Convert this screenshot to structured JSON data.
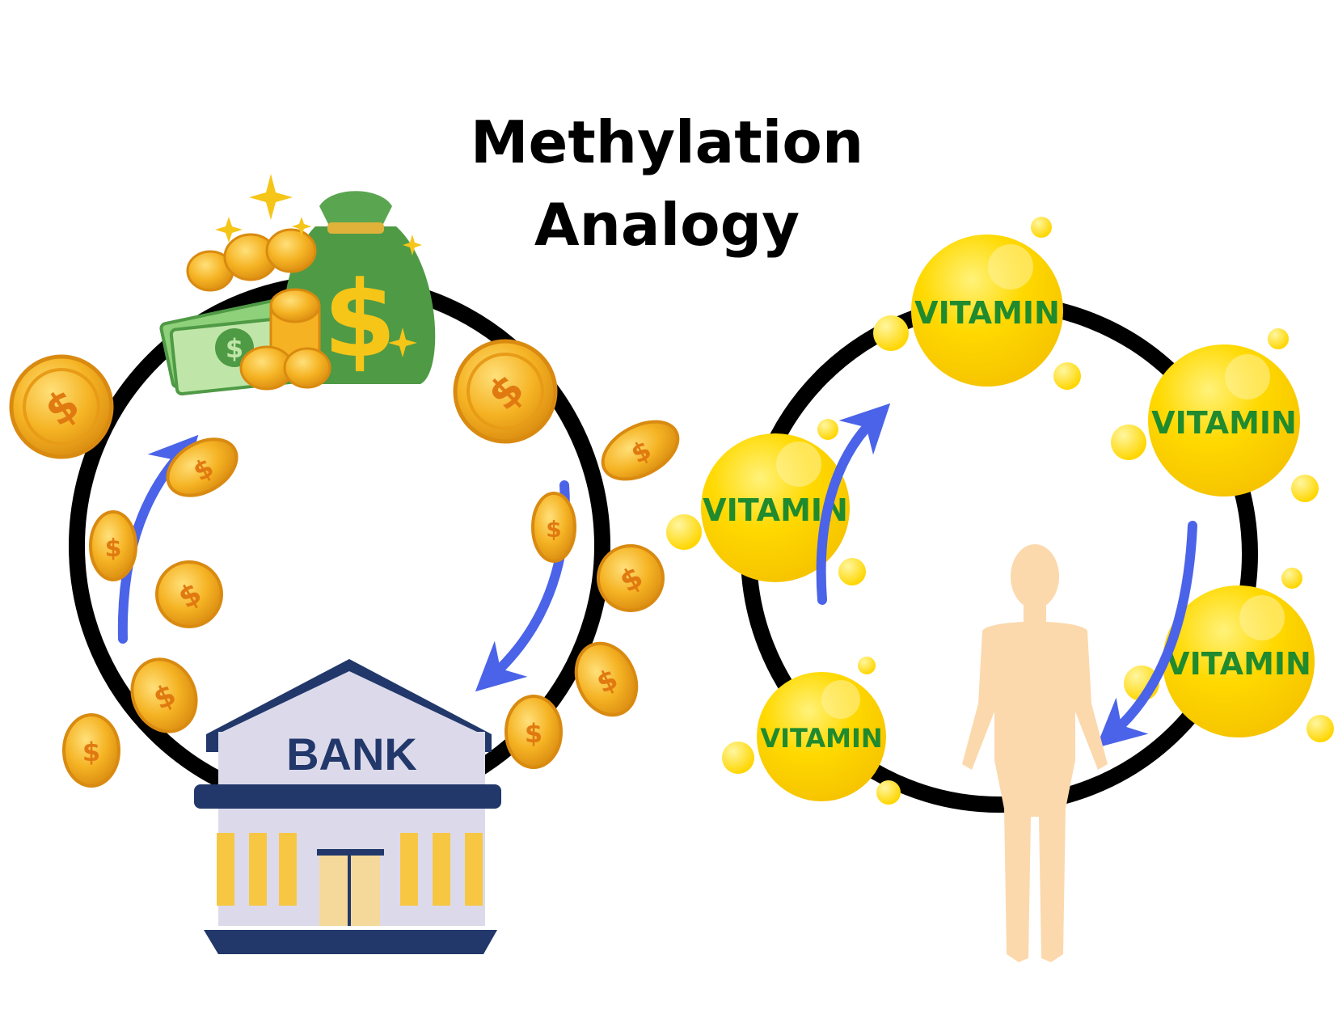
{
  "title": {
    "line1": "Methylation",
    "line2": "Analogy"
  },
  "bank": {
    "label": "BANK",
    "colors": {
      "navy": "#22386b",
      "wall": "#dcdaea",
      "pillar": "#f7c744",
      "door": "#f5d99a"
    }
  },
  "money_bag": {
    "symbol": "$",
    "color": "#4f9a45",
    "symbol_color": "#f5c518"
  },
  "coin": {
    "symbol": "$",
    "color": "#f2b01e",
    "edge": "#d88c12"
  },
  "vitamin": {
    "label": "VITAMIN",
    "fill": "#ffd800",
    "text_color": "#1f8a2e"
  },
  "cycle_ring": {
    "color": "#000000"
  },
  "arrows": {
    "color": "#4a63e8"
  },
  "human_figure": {
    "color": "#fbd9ad"
  }
}
